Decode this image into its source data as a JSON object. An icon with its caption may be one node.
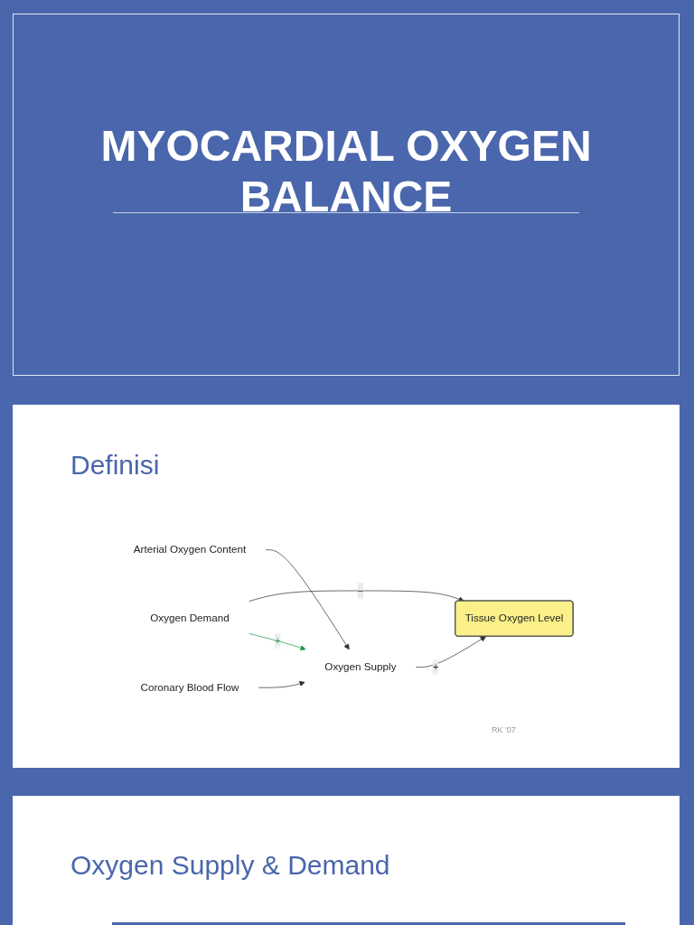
{
  "diagram": {
    "title": "MYOCARDIAL OXYGEN BALANCE",
    "nodes": [
      {
        "text": [
          "Oxygen Supply"
        ]
      },
      {
        "text": [
          "Tissue Oxygen Level"
        ]
      },
      {
        "text": [
          "Oxygen Demand"
        ]
      },
      {
        "text": [
          "Arterial Oxygen Content"
        ]
      },
      {
        "text": [
          "Coronary Blood Flow"
        ]
      }
    ],
    "edges": [
      {
        "from": 0,
        "to": 1,
        "arrow": "to",
        "label": "+"
      },
      {
        "from": 2,
        "to": 1,
        "arrow": "to",
        "label": "−"
      },
      {
        "from": 2,
        "to": 0,
        "arrow": "to",
        "label": "+",
        "color": "#1a9a4a"
      },
      {
        "from": 3,
        "to": 0,
        "arrow": "to"
      },
      {
        "from": 4,
        "to": 0,
        "arrow": "to"
      }
    ],
    "labels": [
      "Definisi",
      "RK '07",
      "Oxygen Supply & Demand"
    ]
  }
}
